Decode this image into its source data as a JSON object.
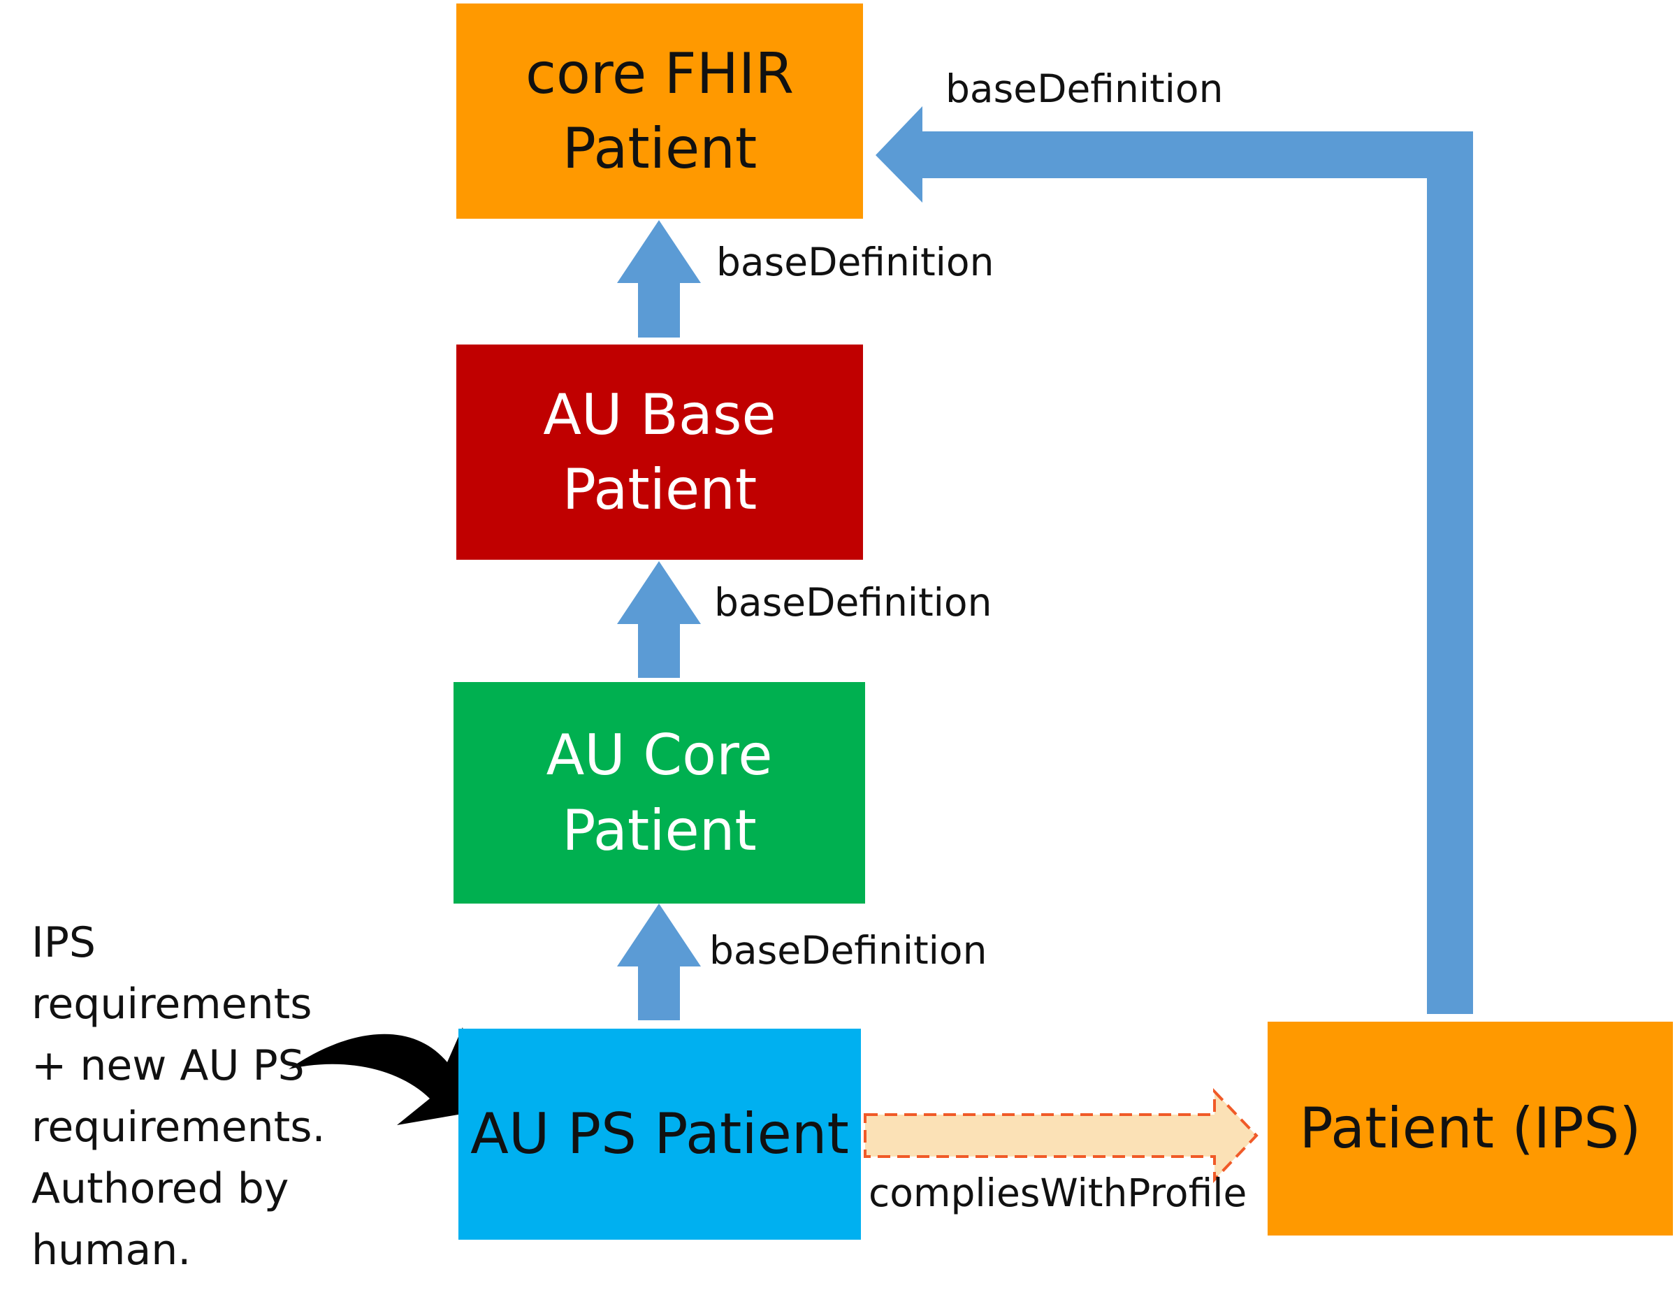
{
  "nodes": {
    "core_fhir": {
      "line1": "core FHIR",
      "line2": "Patient",
      "fill": "#FF9900",
      "text_color": "#111111"
    },
    "au_base": {
      "line1": "AU Base",
      "line2": "Patient",
      "fill": "#C00000",
      "text_color": "#FFFFFF"
    },
    "au_core": {
      "line1": "AU Core",
      "line2": "Patient",
      "fill": "#00B050",
      "text_color": "#FFFFFF"
    },
    "au_ps": {
      "label": "AU PS Patient",
      "fill": "#00B0F0",
      "text_color": "#111111"
    },
    "ips": {
      "label": "Patient (IPS)",
      "fill": "#FF9900",
      "text_color": "#111111"
    }
  },
  "edges": {
    "au_base_to_core": {
      "label": "baseDefinition"
    },
    "au_core_to_base": {
      "label": "baseDefinition"
    },
    "au_ps_to_core": {
      "label": "baseDefinition"
    },
    "ips_to_core": {
      "label": "baseDefinition"
    },
    "au_ps_to_ips": {
      "label": "compliesWithProfile"
    }
  },
  "note": {
    "lines": [
      "IPS",
      "requirements",
      "+ new AU PS",
      "requirements.",
      "Authored by",
      "human."
    ]
  },
  "colors": {
    "arrow_blue": "#5B9BD5",
    "complies_fill": "#FBE1B6",
    "complies_border": "#F05A28",
    "curved_arrow": "#000000"
  }
}
